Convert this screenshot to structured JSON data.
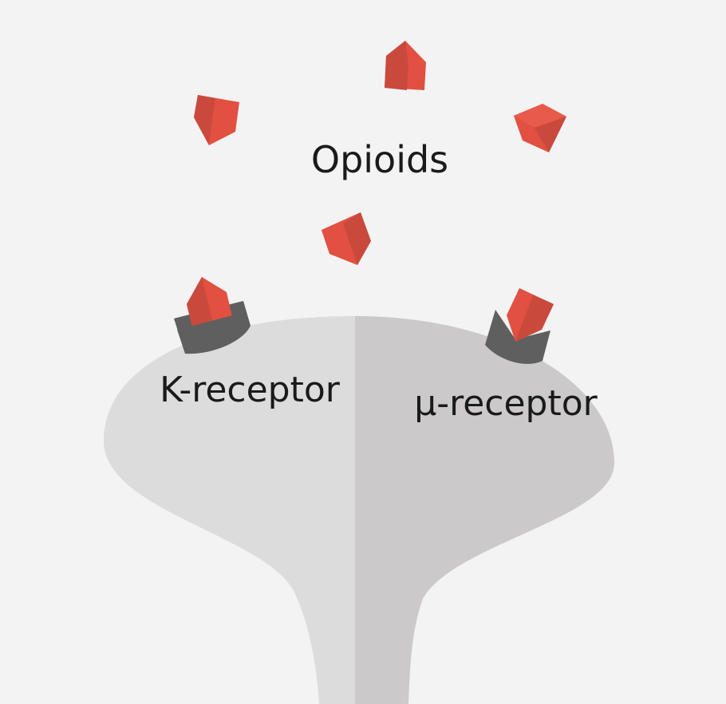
{
  "labels": {
    "opioids": "Opioids",
    "k_receptor": "K-receptor",
    "mu_receptor": "μ-receptor"
  },
  "colors": {
    "background": "#f3f3f3",
    "neuron_left": "#dcdcdc",
    "neuron_right": "#cbc9ca",
    "receptor": "#5f5f5f",
    "opioid_light": "#e25041",
    "opioid_dark": "#c94a3d"
  }
}
